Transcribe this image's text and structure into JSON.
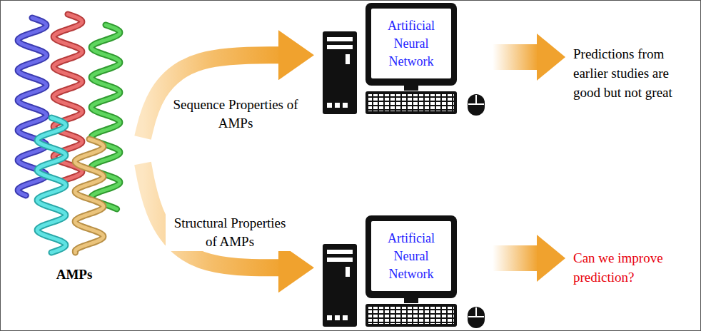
{
  "diagram": {
    "nodes": [
      {
        "text": [
          "AMPs"
        ]
      },
      {
        "text": [
          "Artificial Neural Network"
        ]
      },
      {
        "text": [
          "Artificial Neural Network"
        ]
      }
    ],
    "edges": [
      {
        "from": 0,
        "to": 1,
        "arrow": "to",
        "label": "Sequence Properties of AMPs"
      },
      {
        "from": 0,
        "to": 2,
        "arrow": "to",
        "label": "Structural Properties of AMPs"
      }
    ],
    "labels": [
      "Predictions from earlier studies are good but not great",
      "Can we improve prediction?"
    ]
  }
}
